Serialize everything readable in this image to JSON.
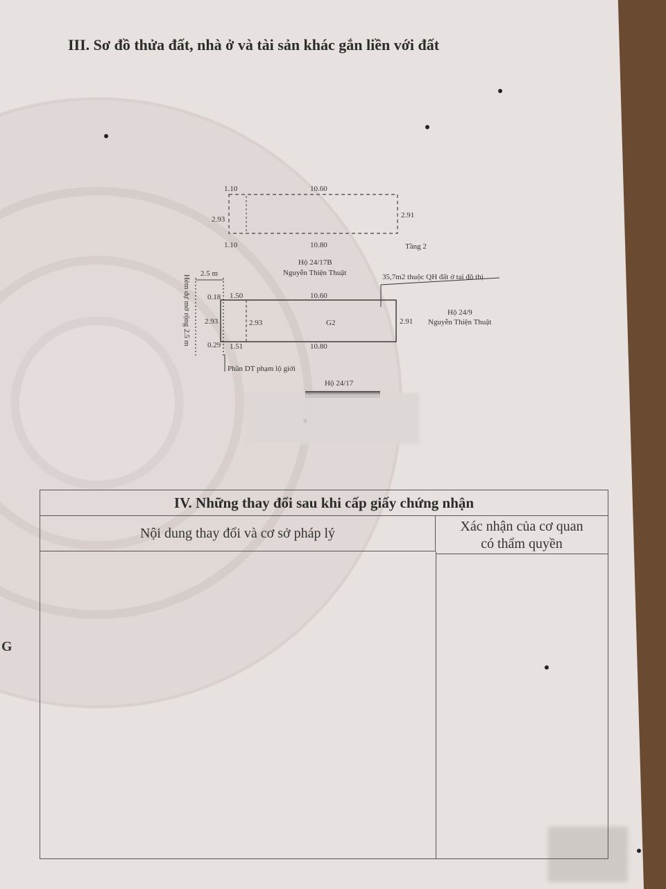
{
  "section3": {
    "heading": "III. Sơ đồ thửa đất, nhà ở và tài sản khác gắn liền với đất"
  },
  "floor2": {
    "top_left": "1.10",
    "top_length": "10.60",
    "left_side": "2.93",
    "right_side": "2.91",
    "bottom_left": "1.10",
    "bottom_length": "10.80",
    "label": "Tầng 2"
  },
  "plot": {
    "alley_width": "2.5 m",
    "alley_label": "Hẻm dự mở rộng 2.5 m",
    "north_neighbor_line1": "Hộ 24/17B",
    "north_neighbor_line2": "Nguyễn Thiện Thuật",
    "planning_note": "35,7m2 thuộc QH đất ở tại đô thị",
    "top_offset": "0.18",
    "top_left": "1.50",
    "top_length": "10.60",
    "left_outer": "2.93",
    "left_inner": "2.93",
    "parcel_label": "G2",
    "right_side": "2.91",
    "bottom_offset": "0.29",
    "bottom_left": "1.51",
    "bottom_length": "10.80",
    "east_neighbor_line1": "Hộ 24/9",
    "east_neighbor_line2": "Nguyễn Thiện Thuật",
    "encroach_label": "Phần DT phạm lộ giới",
    "south_neighbor": "Hộ 24/17"
  },
  "section4": {
    "title": "IV. Những thay đổi sau khi cấp giấy chứng nhận",
    "col_content": "Nội dung thay đổi và cơ sở pháp lý",
    "col_confirm_line1": "Xác nhận của cơ quan",
    "col_confirm_line2": "có thẩm quyền"
  },
  "edge_fragment": "G"
}
